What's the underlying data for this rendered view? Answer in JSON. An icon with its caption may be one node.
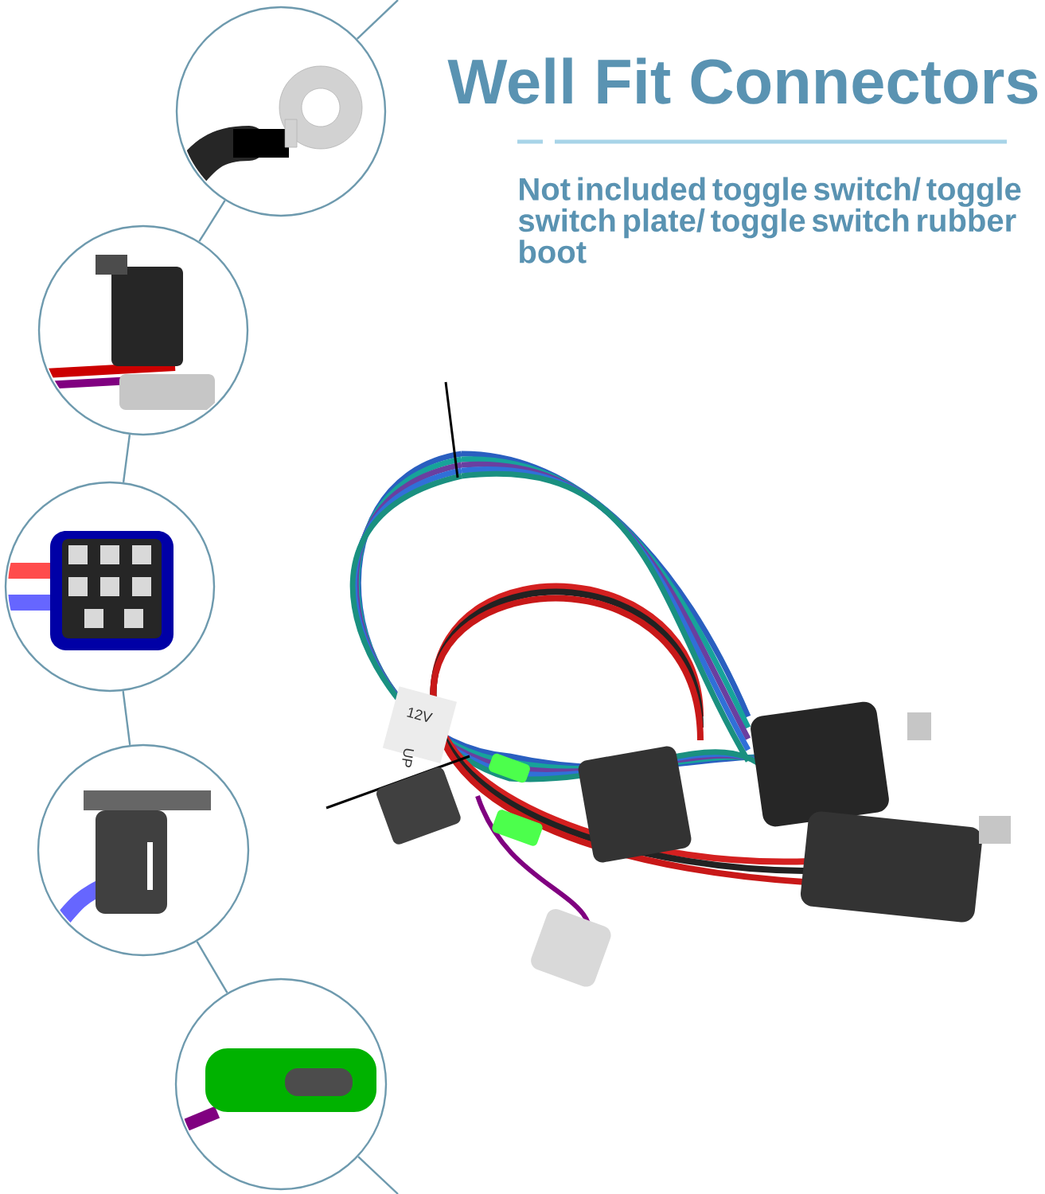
{
  "diagram": {
    "title": "Well Fit Connectors",
    "nodes": [
      {
        "text": [],
        "shape": "picture"
      },
      {
        "text": [],
        "shape": "picture"
      },
      {
        "text": [],
        "shape": "picture"
      },
      {
        "text": [],
        "shape": "picture"
      },
      {
        "text": [],
        "shape": "picture"
      }
    ],
    "edges": [
      {
        "from": null,
        "to": 0,
        "arrow": "none"
      },
      {
        "from": 0,
        "to": 1,
        "arrow": "none"
      },
      {
        "from": 1,
        "to": 2,
        "arrow": "none"
      },
      {
        "from": 2,
        "to": 3,
        "arrow": "none"
      },
      {
        "from": 3,
        "to": 4,
        "arrow": "none"
      },
      {
        "from": 4,
        "to": null,
        "arrow": "none"
      }
    ],
    "labels": [
      "Not included toggle switch/ toggle switch plate/ toggle switch rubber boot",
      "12V",
      "UP"
    ]
  }
}
